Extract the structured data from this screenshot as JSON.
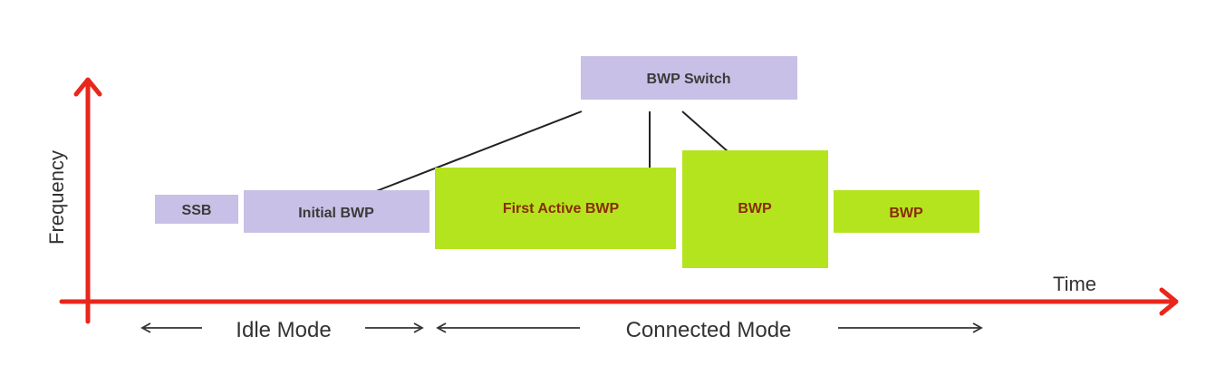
{
  "colors": {
    "axis": "#e8261b",
    "idle_box": "#c8c0e6",
    "active_box": "#b4e41d",
    "idle_text": "#3a3a3a",
    "active_text": "#8a2b0a",
    "connector": "#222222",
    "mode_arrow": "#333333"
  },
  "axes": {
    "y_label": "Frequency",
    "x_label": "Time"
  },
  "boxes": {
    "ssb": "SSB",
    "initial_bwp": "Initial BWP",
    "first_active_bwp": "First Active BWP",
    "bwp_1": "BWP",
    "bwp_2": "BWP",
    "bwp_switch": "BWP Switch"
  },
  "modes": {
    "idle": "Idle Mode",
    "connected": "Connected Mode"
  }
}
